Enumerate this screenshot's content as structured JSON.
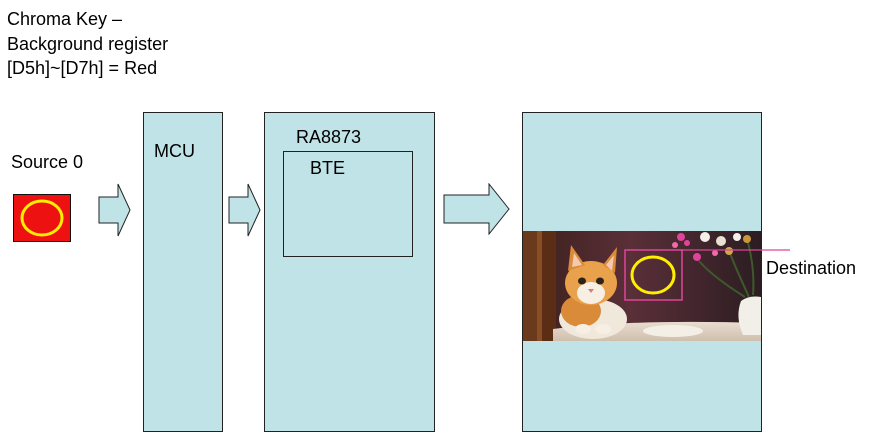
{
  "header": {
    "line1": "Chroma Key –",
    "line2": "Background register",
    "line3": "[D5h]~[D7h] = Red"
  },
  "source": {
    "label": "Source 0"
  },
  "mcu": {
    "label": "MCU"
  },
  "ra8873": {
    "label": "RA8873",
    "bte_label": "BTE"
  },
  "destination": {
    "label": "Destination"
  },
  "colors": {
    "panel_fill": "#bfe3e6",
    "source_red": "#ee1111",
    "circle_yellow": "#ffee00",
    "marker_pink": "#e0449a"
  },
  "icons": {
    "arrow": "right-block-arrow",
    "photo": "kitten-photo"
  }
}
